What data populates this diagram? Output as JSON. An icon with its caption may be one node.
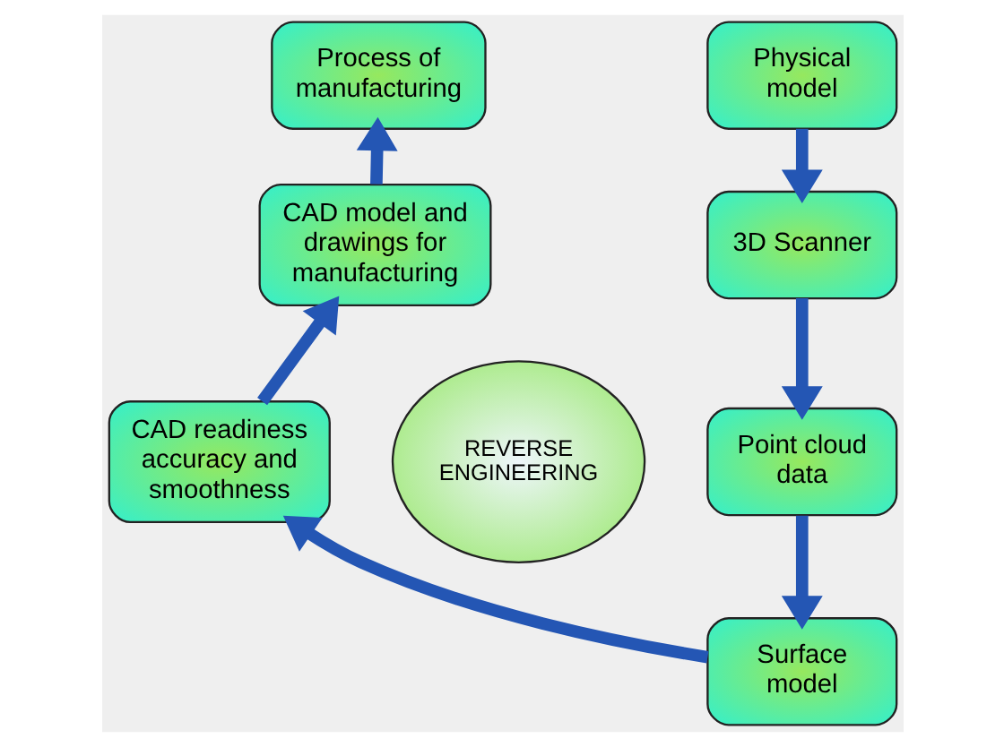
{
  "diagram": {
    "nodes": [
      {
        "text": [
          "Process of manufacturing"
        ]
      },
      {
        "text": [
          "Physical model"
        ]
      },
      {
        "text": [
          "CAD model and drawings for manufacturing"
        ]
      },
      {
        "text": [
          "3D Scanner"
        ]
      },
      {
        "text": [
          "REVERSE ENGINEERING"
        ]
      },
      {
        "text": [
          "CAD readiness accuracy and smoothness"
        ]
      },
      {
        "text": [
          "Point cloud data"
        ]
      },
      {
        "text": [
          "Surface model"
        ]
      }
    ],
    "edges": [
      {
        "from": 1,
        "to": 3,
        "arrow": "to"
      },
      {
        "from": 3,
        "to": 6,
        "arrow": "to"
      },
      {
        "from": 6,
        "to": 7,
        "arrow": "to"
      },
      {
        "from": 7,
        "to": 5,
        "arrow": "to"
      },
      {
        "from": 5,
        "to": 2,
        "arrow": "to"
      },
      {
        "from": 2,
        "to": 0,
        "arrow": "to"
      }
    ]
  }
}
